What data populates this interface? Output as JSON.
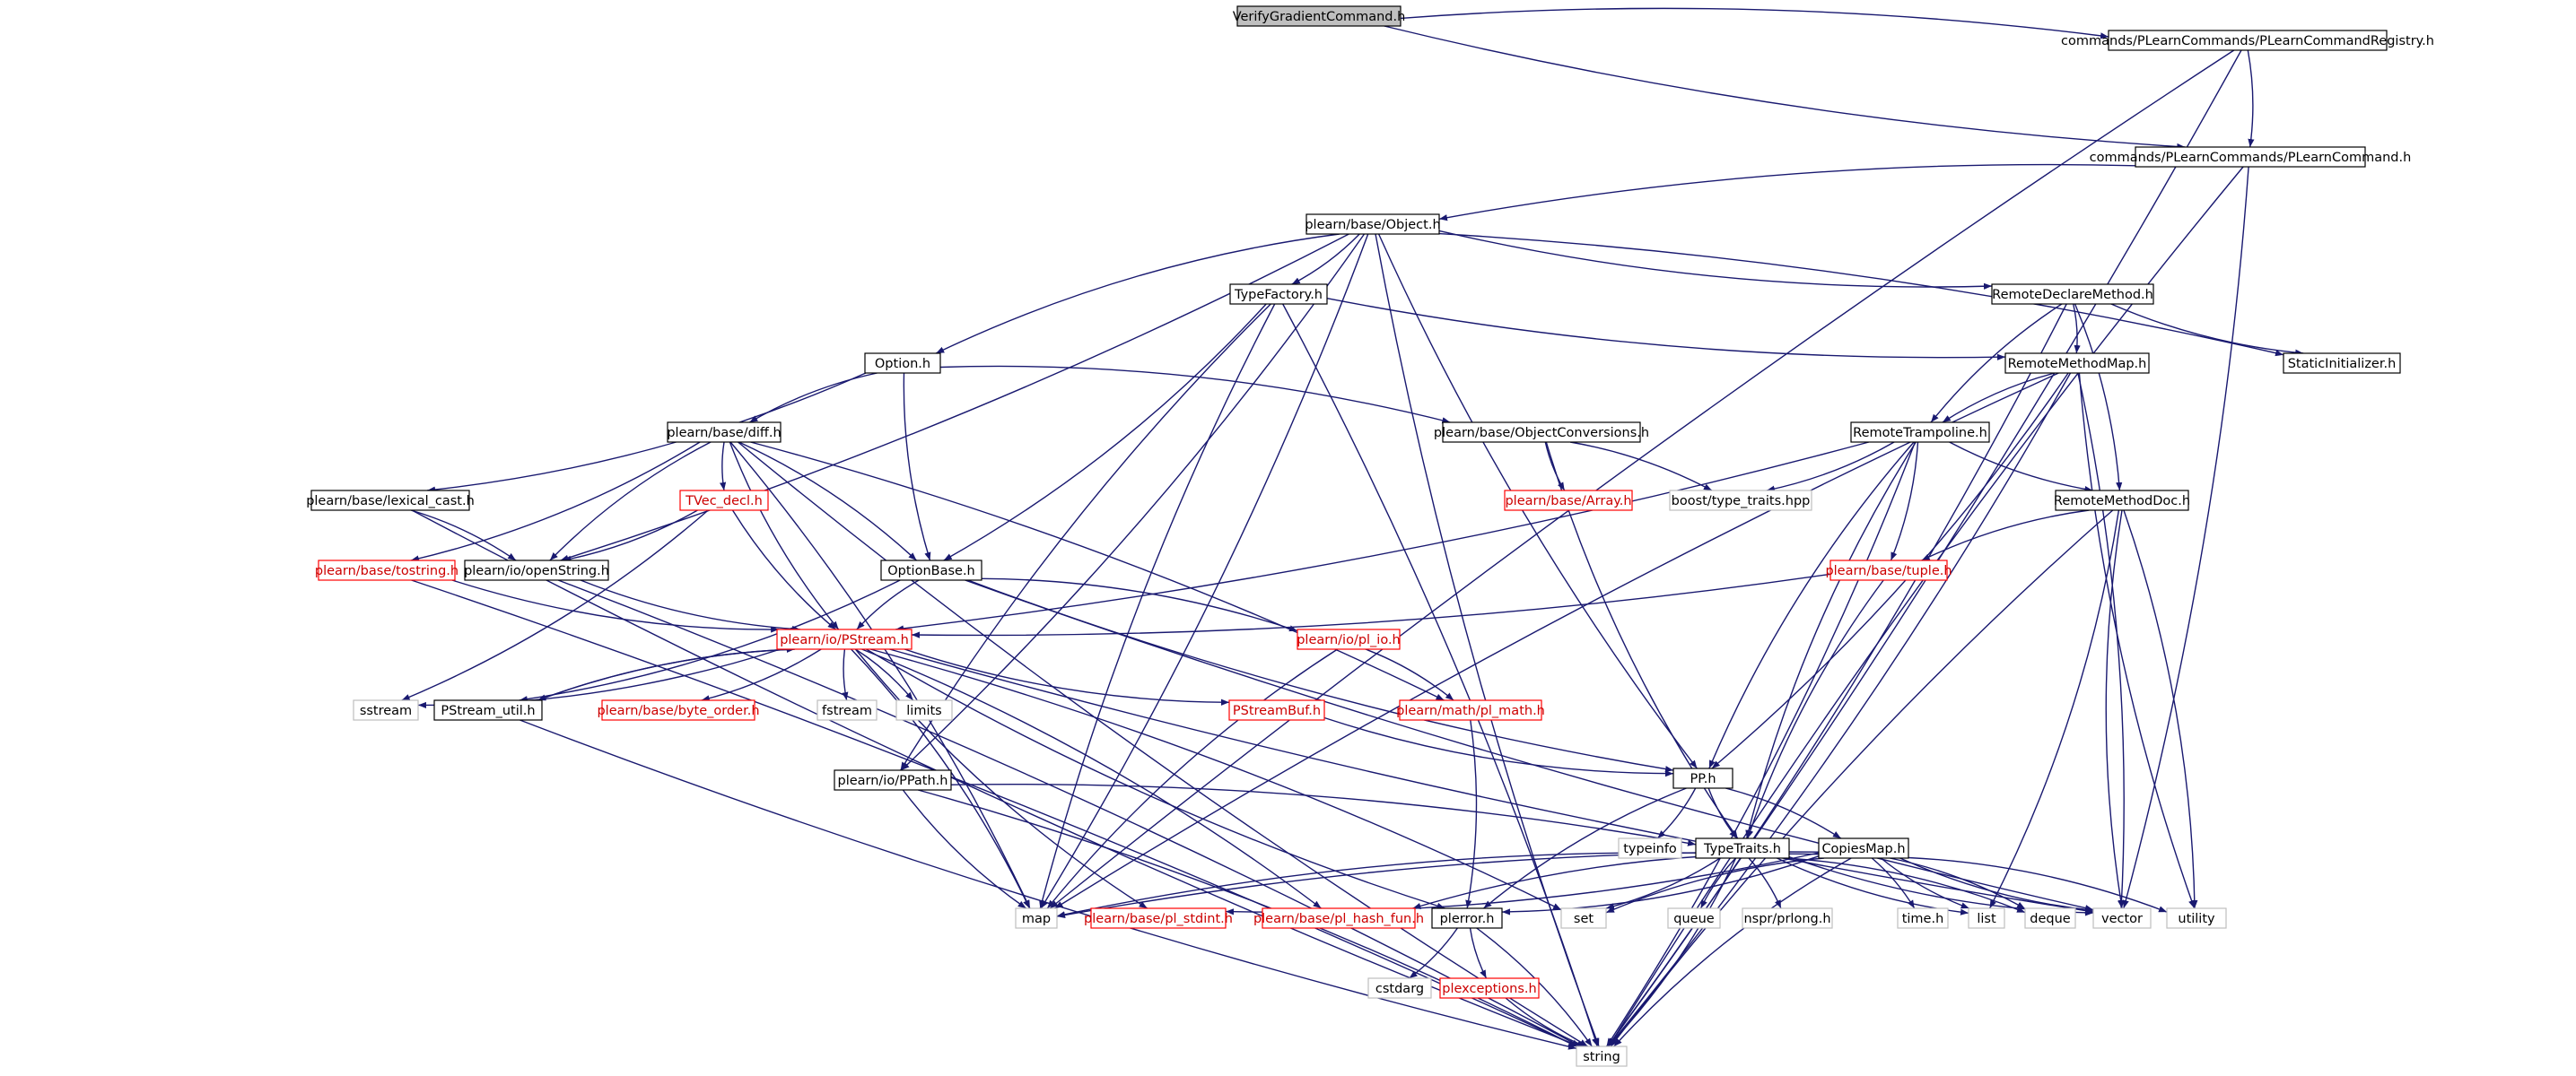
{
  "title": "VerifyGradientCommand.h",
  "colors": {
    "edge": "#191970",
    "node_border_normal": "#000000",
    "node_border_incomplete": "#ff0000",
    "node_border_system": "#bfbfbf",
    "root_fill": "#bfbfbf",
    "background": "#ffffff"
  },
  "nodes": [
    {
      "id": "root",
      "label": "VerifyGradientCommand.h",
      "kind": "root"
    },
    {
      "id": "registry",
      "label": "commands/PLearnCommands/PLearnCommandRegistry.h",
      "kind": "normal"
    },
    {
      "id": "plcmd",
      "label": "commands/PLearnCommands/PLearnCommand.h",
      "kind": "normal"
    },
    {
      "id": "object",
      "label": "plearn/base/Object.h",
      "kind": "normal"
    },
    {
      "id": "typefactory",
      "label": "TypeFactory.h",
      "kind": "normal"
    },
    {
      "id": "remotedecl",
      "label": "RemoteDeclareMethod.h",
      "kind": "normal"
    },
    {
      "id": "staticinit",
      "label": "StaticInitializer.h",
      "kind": "normal"
    },
    {
      "id": "remotemap",
      "label": "RemoteMethodMap.h",
      "kind": "normal"
    },
    {
      "id": "option",
      "label": "Option.h",
      "kind": "normal"
    },
    {
      "id": "diff",
      "label": "plearn/base/diff.h",
      "kind": "normal"
    },
    {
      "id": "objconv",
      "label": "plearn/base/ObjectConversions.h",
      "kind": "normal"
    },
    {
      "id": "trampoline",
      "label": "RemoteTrampoline.h",
      "kind": "normal"
    },
    {
      "id": "array",
      "label": "plearn/base/Array.h",
      "kind": "incomplete"
    },
    {
      "id": "boosttt",
      "label": "boost/type_traits.hpp",
      "kind": "system"
    },
    {
      "id": "remotedoc",
      "label": "RemoteMethodDoc.h",
      "kind": "normal"
    },
    {
      "id": "lexcast",
      "label": "plearn/base/lexical_cast.h",
      "kind": "normal"
    },
    {
      "id": "tvecdecl",
      "label": "TVec_decl.h",
      "kind": "incomplete"
    },
    {
      "id": "tostring",
      "label": "plearn/base/tostring.h",
      "kind": "incomplete"
    },
    {
      "id": "openstring",
      "label": "plearn/io/openString.h",
      "kind": "normal"
    },
    {
      "id": "optionbase",
      "label": "OptionBase.h",
      "kind": "normal"
    },
    {
      "id": "tuple",
      "label": "plearn/base/tuple.h",
      "kind": "incomplete"
    },
    {
      "id": "pstream",
      "label": "plearn/io/PStream.h",
      "kind": "incomplete"
    },
    {
      "id": "plio",
      "label": "plearn/io/pl_io.h",
      "kind": "incomplete"
    },
    {
      "id": "sstream",
      "label": "sstream",
      "kind": "system"
    },
    {
      "id": "pstreamutil",
      "label": "PStream_util.h",
      "kind": "normal"
    },
    {
      "id": "byteorder",
      "label": "plearn/base/byte_order.h",
      "kind": "incomplete"
    },
    {
      "id": "fstream",
      "label": "fstream",
      "kind": "system"
    },
    {
      "id": "limits",
      "label": "limits",
      "kind": "system"
    },
    {
      "id": "pstreambuf",
      "label": "PStreamBuf.h",
      "kind": "incomplete"
    },
    {
      "id": "plmath",
      "label": "plearn/math/pl_math.h",
      "kind": "incomplete"
    },
    {
      "id": "pph",
      "label": "PP.h",
      "kind": "normal"
    },
    {
      "id": "ppath",
      "label": "plearn/io/PPath.h",
      "kind": "normal"
    },
    {
      "id": "typeinfo",
      "label": "typeinfo",
      "kind": "system"
    },
    {
      "id": "typetraits",
      "label": "TypeTraits.h",
      "kind": "normal"
    },
    {
      "id": "copiesmap",
      "label": "CopiesMap.h",
      "kind": "normal"
    },
    {
      "id": "map",
      "label": "map",
      "kind": "system"
    },
    {
      "id": "stdint",
      "label": "plearn/base/pl_stdint.h",
      "kind": "incomplete"
    },
    {
      "id": "hashfun",
      "label": "plearn/base/pl_hash_fun.h",
      "kind": "incomplete"
    },
    {
      "id": "plerror",
      "label": "plerror.h",
      "kind": "normal"
    },
    {
      "id": "set",
      "label": "set",
      "kind": "system"
    },
    {
      "id": "queue",
      "label": "queue",
      "kind": "system"
    },
    {
      "id": "nspr",
      "label": "nspr/prlong.h",
      "kind": "system"
    },
    {
      "id": "timeh",
      "label": "time.h",
      "kind": "system"
    },
    {
      "id": "list",
      "label": "list",
      "kind": "system"
    },
    {
      "id": "deque",
      "label": "deque",
      "kind": "system"
    },
    {
      "id": "vector",
      "label": "vector",
      "kind": "system"
    },
    {
      "id": "utility",
      "label": "utility",
      "kind": "system"
    },
    {
      "id": "cstdarg",
      "label": "cstdarg",
      "kind": "system"
    },
    {
      "id": "plexceptions",
      "label": "plexceptions.h",
      "kind": "incomplete"
    },
    {
      "id": "string",
      "label": "string",
      "kind": "system"
    }
  ],
  "edges": [
    [
      "root",
      "registry"
    ],
    [
      "root",
      "plcmd"
    ],
    [
      "registry",
      "plcmd"
    ],
    [
      "registry",
      "map"
    ],
    [
      "registry",
      "string"
    ],
    [
      "plcmd",
      "object"
    ],
    [
      "plcmd",
      "vector"
    ],
    [
      "plcmd",
      "string"
    ],
    [
      "object",
      "typefactory"
    ],
    [
      "object",
      "remotedecl"
    ],
    [
      "object",
      "staticinit"
    ],
    [
      "object",
      "option"
    ],
    [
      "object",
      "openstring"
    ],
    [
      "object",
      "pph"
    ],
    [
      "object",
      "map"
    ],
    [
      "object",
      "string"
    ],
    [
      "object",
      "ppath"
    ],
    [
      "typefactory",
      "remotemap"
    ],
    [
      "typefactory",
      "optionbase"
    ],
    [
      "typefactory",
      "map"
    ],
    [
      "typefactory",
      "string"
    ],
    [
      "typefactory",
      "ppath"
    ],
    [
      "remotedecl",
      "remotemap"
    ],
    [
      "remotedecl",
      "trampoline"
    ],
    [
      "remotedecl",
      "remotedoc"
    ],
    [
      "remotedecl",
      "staticinit"
    ],
    [
      "remotedecl",
      "string"
    ],
    [
      "remotemap",
      "trampoline"
    ],
    [
      "remotemap",
      "pph"
    ],
    [
      "remotemap",
      "map"
    ],
    [
      "remotemap",
      "vector"
    ],
    [
      "remotemap",
      "utility"
    ],
    [
      "remotemap",
      "string"
    ],
    [
      "option",
      "diff"
    ],
    [
      "option",
      "objconv"
    ],
    [
      "option",
      "optionbase"
    ],
    [
      "option",
      "lexcast"
    ],
    [
      "diff",
      "tvecdecl"
    ],
    [
      "diff",
      "tostring"
    ],
    [
      "diff",
      "openstring"
    ],
    [
      "diff",
      "optionbase"
    ],
    [
      "diff",
      "pstream"
    ],
    [
      "diff",
      "plmath"
    ],
    [
      "diff",
      "string"
    ],
    [
      "diff",
      "map"
    ],
    [
      "objconv",
      "array"
    ],
    [
      "objconv",
      "boosttt"
    ],
    [
      "objconv",
      "typetraits"
    ],
    [
      "trampoline",
      "boosttt"
    ],
    [
      "trampoline",
      "remotedoc"
    ],
    [
      "trampoline",
      "tuple"
    ],
    [
      "trampoline",
      "pph"
    ],
    [
      "trampoline",
      "pstream"
    ],
    [
      "trampoline",
      "typetraits"
    ],
    [
      "trampoline",
      "string"
    ],
    [
      "remotedoc",
      "tuple"
    ],
    [
      "remotedoc",
      "list"
    ],
    [
      "remotedoc",
      "vector"
    ],
    [
      "remotedoc",
      "utility"
    ],
    [
      "remotedoc",
      "string"
    ],
    [
      "lexcast",
      "openstring"
    ],
    [
      "lexcast",
      "string"
    ],
    [
      "tvecdecl",
      "openstring"
    ],
    [
      "tvecdecl",
      "pstream"
    ],
    [
      "tvecdecl",
      "sstream"
    ],
    [
      "tostring",
      "pstream"
    ],
    [
      "tostring",
      "string"
    ],
    [
      "openstring",
      "pstream"
    ],
    [
      "openstring",
      "string"
    ],
    [
      "optionbase",
      "pstream"
    ],
    [
      "optionbase",
      "plio"
    ],
    [
      "optionbase",
      "pph"
    ],
    [
      "optionbase",
      "pstreamutil"
    ],
    [
      "optionbase",
      "vector"
    ],
    [
      "tuple",
      "pstream"
    ],
    [
      "tuple",
      "typetraits"
    ],
    [
      "pstream",
      "sstream"
    ],
    [
      "pstream",
      "pstreamutil"
    ],
    [
      "pstream",
      "byteorder"
    ],
    [
      "pstream",
      "fstream"
    ],
    [
      "pstream",
      "limits"
    ],
    [
      "pstream",
      "pstreambuf"
    ],
    [
      "pstream",
      "map"
    ],
    [
      "pstream",
      "stdint"
    ],
    [
      "pstream",
      "hashfun"
    ],
    [
      "pstream",
      "plerror"
    ],
    [
      "pstream",
      "set"
    ],
    [
      "pstream",
      "vector"
    ],
    [
      "pstreamutil",
      "pstream"
    ],
    [
      "pstreamutil",
      "string"
    ],
    [
      "plio",
      "plmath"
    ],
    [
      "plio",
      "map"
    ],
    [
      "plmath",
      "plerror"
    ],
    [
      "pstreambuf",
      "pph"
    ],
    [
      "pph",
      "typeinfo"
    ],
    [
      "pph",
      "typetraits"
    ],
    [
      "pph",
      "copiesmap"
    ],
    [
      "pph",
      "plerror"
    ],
    [
      "ppath",
      "typetraits"
    ],
    [
      "ppath",
      "map"
    ],
    [
      "ppath",
      "string"
    ],
    [
      "typetraits",
      "map"
    ],
    [
      "typetraits",
      "set"
    ],
    [
      "typetraits",
      "queue"
    ],
    [
      "typetraits",
      "nspr"
    ],
    [
      "typetraits",
      "list"
    ],
    [
      "typetraits",
      "deque"
    ],
    [
      "typetraits",
      "vector"
    ],
    [
      "typetraits",
      "string"
    ],
    [
      "copiesmap",
      "map"
    ],
    [
      "copiesmap",
      "stdint"
    ],
    [
      "copiesmap",
      "hashfun"
    ],
    [
      "copiesmap",
      "plerror"
    ],
    [
      "copiesmap",
      "set"
    ],
    [
      "copiesmap",
      "timeh"
    ],
    [
      "copiesmap",
      "list"
    ],
    [
      "copiesmap",
      "deque"
    ],
    [
      "copiesmap",
      "vector"
    ],
    [
      "copiesmap",
      "utility"
    ],
    [
      "copiesmap",
      "string"
    ],
    [
      "plerror",
      "cstdarg"
    ],
    [
      "plerror",
      "plexceptions"
    ],
    [
      "plerror",
      "string"
    ],
    [
      "plexceptions",
      "string"
    ]
  ]
}
